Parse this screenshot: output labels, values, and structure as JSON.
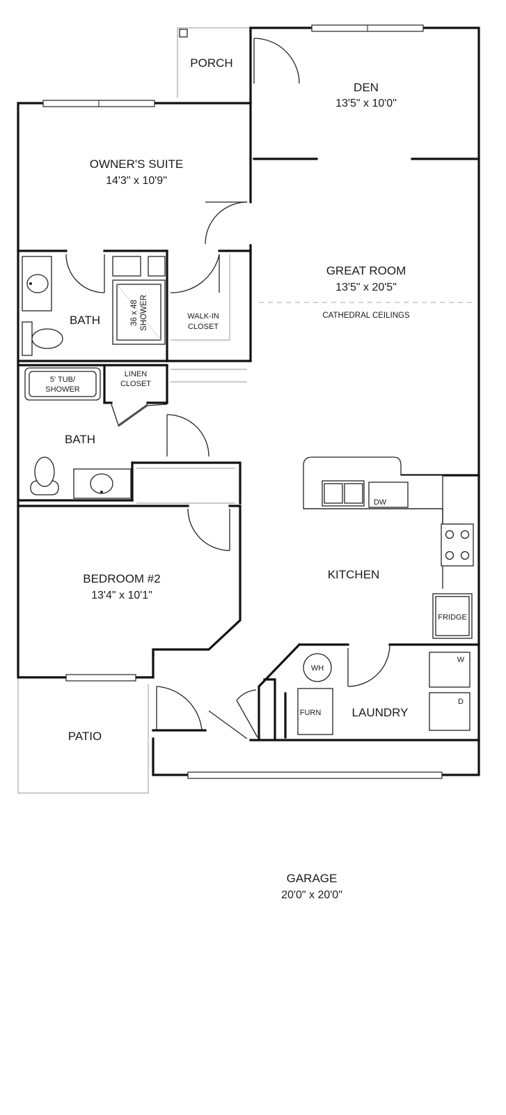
{
  "rooms": {
    "porch": {
      "name": "PORCH"
    },
    "den": {
      "name": "DEN",
      "size": "13'5\" x 10'0\""
    },
    "owners_suite": {
      "name": "OWNER'S SUITE",
      "size": "14'3\" x 10'9\""
    },
    "great_room": {
      "name": "GREAT ROOM",
      "size": "13'5\" x 20'5\"",
      "note": "CATHEDRAL CEILINGS"
    },
    "bath_owner": {
      "name": "BATH"
    },
    "shower": {
      "line1": "36 x 48",
      "line2": "SHOWER"
    },
    "walk_in_closet": {
      "line1": "WALK-IN",
      "line2": "CLOSET"
    },
    "tub": {
      "line1": "5' TUB/",
      "line2": "SHOWER"
    },
    "linen_closet": {
      "line1": "LINEN",
      "line2": "CLOSET"
    },
    "bath_hall": {
      "name": "BATH"
    },
    "bedroom2": {
      "name": "BEDROOM #2",
      "size": "13'4\" x 10'1\""
    },
    "kitchen": {
      "name": "KITCHEN"
    },
    "laundry": {
      "name": "LAUNDRY"
    },
    "patio": {
      "name": "PATIO"
    },
    "garage": {
      "name": "GARAGE",
      "size": "20'0\" x 20'0\""
    }
  },
  "fixtures": {
    "dishwasher": "DW",
    "fridge": "FRIDGE",
    "water_heater": "WH",
    "furnace": "FURN",
    "washer": "W",
    "dryer": "D"
  }
}
